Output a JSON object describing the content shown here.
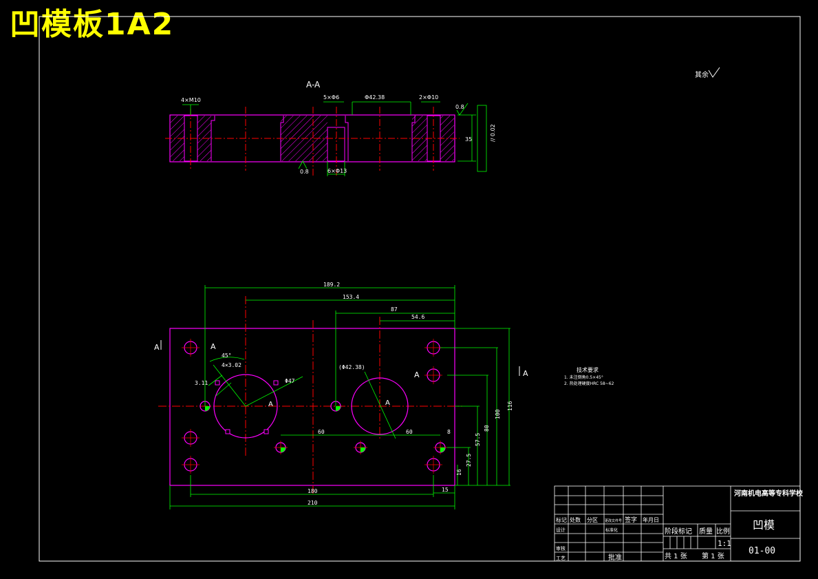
{
  "drawing": {
    "big_title": "凹模板1A2",
    "section_label": "A-A",
    "roughness_note": "其余",
    "tech_requirements": {
      "title": "技术要求",
      "items": [
        "1. 未注倒角0.5×45°",
        "2. 热处理硬度HRC 58~62"
      ]
    },
    "section_view": {
      "dims": {
        "threads": "4×M10",
        "holes_5": "5×Φ6",
        "hole_42": "Φ42.38",
        "holes_2": "2×Φ10",
        "cbore_6": "6×Φ13",
        "height": "35",
        "rough_top": "0.8",
        "rough_bot": "0.8",
        "parallel": "// 0.02"
      }
    },
    "plan_view": {
      "dims": {
        "d1": "189.2",
        "d2": "153.4",
        "d3": "87",
        "d4": "54.6",
        "angle": "45°",
        "notch": "4×3.02",
        "notch_r": "3.11",
        "dia_left": "Φ47",
        "dia_right": "(Φ42.38)",
        "gap_left": "60",
        "gap_right": "60",
        "h_small": "8",
        "h_57": "57.5",
        "h_80": "80",
        "h_100": "100",
        "h_116": "116",
        "h_27": "27.5",
        "h_16": "16",
        "w_180": "180",
        "w_210": "210",
        "w_15": "15"
      },
      "markers": {
        "a1": "A",
        "a2": "A",
        "a3": "A",
        "a4": "A",
        "a5": "A",
        "a6": "A"
      }
    }
  },
  "title_block": {
    "school": "河南机电高等专科学校",
    "part_name": "凹模",
    "drawing_no": "01-00",
    "scale": "1:1",
    "header": {
      "mark": "标记",
      "count": "处数",
      "zone": "分区",
      "doc": "更改文件号",
      "sign": "签字",
      "date": "年月日"
    },
    "row_design": {
      "label": "设计",
      "name": "标准化"
    },
    "row_check": {
      "label": "审核"
    },
    "row_process": {
      "label": "工艺",
      "approve": "批准"
    },
    "stage_labels": {
      "stage": "阶段标记",
      "mass": "质量",
      "ratio": "比例"
    },
    "sheets": {
      "total": "共 1 张",
      "current": "第 1 张"
    }
  },
  "colors": {
    "outline": "#ff00ff",
    "dim": "#00ff00",
    "center": "#ff0000",
    "frame": "#ffffff",
    "title": "#ffff00"
  }
}
